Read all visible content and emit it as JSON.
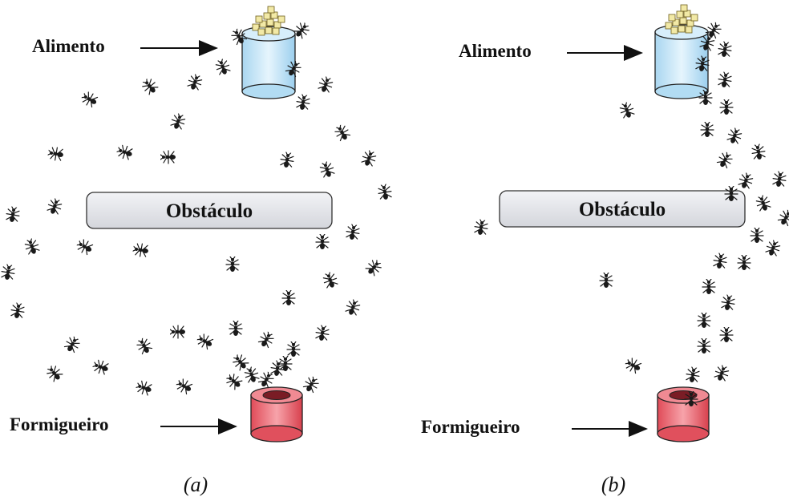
{
  "panels": [
    {
      "caption": "(a)",
      "food_label": "Alimento",
      "obstacle_label": "Obstáculo",
      "nest_label": "Formigueiro"
    },
    {
      "caption": "(b)",
      "food_label": "Alimento",
      "obstacle_label": "Obstáculo",
      "nest_label": "Formigueiro"
    }
  ],
  "colors": {
    "food_cylinder": "#bfe3f7",
    "food_cubes": "#f2e9a6",
    "nest_ring": "#e55a66",
    "obstacle": "#e2e3e7",
    "ant": "#1a1a1a"
  },
  "icons": {
    "ant": "ant-icon",
    "food": "food-cylinder-icon",
    "nest": "anthill-ring-icon"
  }
}
